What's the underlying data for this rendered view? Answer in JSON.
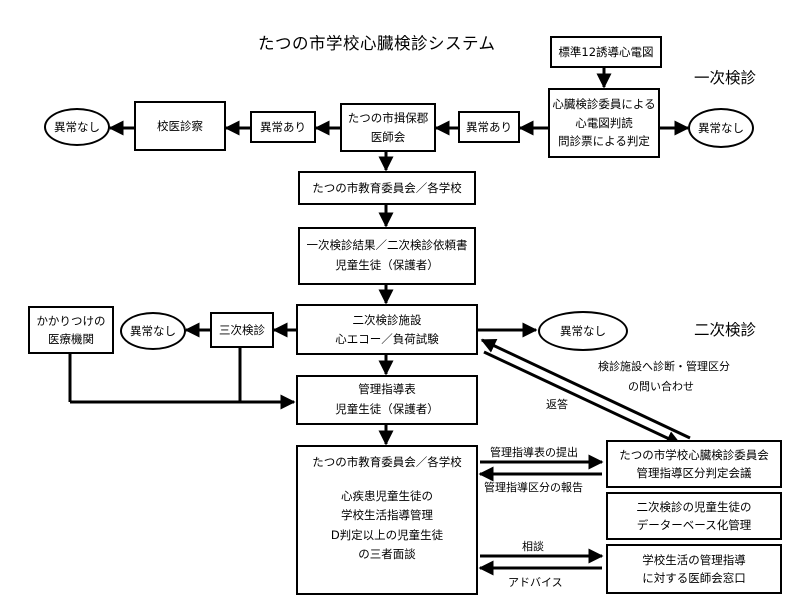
{
  "title": "たつの市学校心臓検診システム",
  "sections": {
    "primary": "一次検診",
    "secondary": "二次検診"
  },
  "boxes": {
    "ecg": "標準12誘導心電図",
    "judgement": [
      "心臓検診委員による",
      "心電図判読",
      "問診票による判定"
    ],
    "abnormal_right": "異常あり",
    "medical_assoc": [
      "たつの市揖保郡",
      "医師会"
    ],
    "abnormal_left": "異常あり",
    "school_doctor": "校医診察",
    "board_schools": "たつの市教育委員会／各学校",
    "result_letter": [
      "一次検診結果／二次検診依頼書",
      "児童生徒（保護者）"
    ],
    "secondary_facility": [
      "二次検診施設",
      "心エコー／負荷試験"
    ],
    "tertiary": "三次検診",
    "family_doctor": [
      "かかりつけの",
      "医療機関"
    ],
    "management_table": [
      "管理指導表",
      "児童生徒（保護者）"
    ],
    "board_bottom": {
      "header": "たつの市教育委員会／各学校",
      "lines": [
        "心疾患児童生徒の",
        "学校生活指導管理",
        "D判定以上の児童生徒",
        "の三者面談"
      ]
    },
    "committee": [
      "たつの市学校心臓検診委員会",
      "管理指導区分判定会議"
    ],
    "database": [
      "二次検診の児童生徒の",
      "データーベース化管理"
    ],
    "consult_window": [
      "学校生活の管理指導",
      "に対する医師会窓口"
    ]
  },
  "ovals": {
    "no_abn_top_left": "異常なし",
    "no_abn_top_right": "異常なし",
    "no_abn_mid_left": "異常なし",
    "no_abn_mid_right": "異常なし"
  },
  "labels": {
    "inquiry": [
      "検診施設へ診断・管理区分",
      "の問い合わせ"
    ],
    "reply": "返答",
    "submit_table": "管理指導表の提出",
    "report_class": "管理指導区分の報告",
    "consult": "相談",
    "advice": "アドバイス"
  }
}
